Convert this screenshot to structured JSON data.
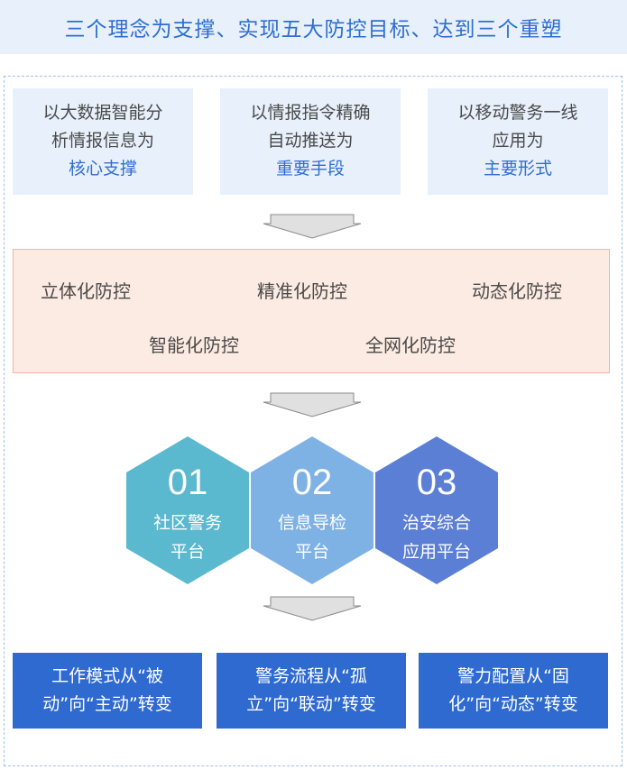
{
  "title": "三个理念为支撑、实现五大防控目标、达到三个重塑",
  "principles": [
    {
      "lines": [
        "以大数据智能分",
        "析情报信息为"
      ],
      "highlight": "核心支撑"
    },
    {
      "lines": [
        "以情报指令精确",
        "自动推送为"
      ],
      "highlight": "重要手段"
    },
    {
      "lines": [
        "以移动警务一线",
        "应用为"
      ],
      "highlight": "主要形式"
    }
  ],
  "goals": [
    "立体化防控",
    "精准化防控",
    "动态化防控",
    "智能化防控",
    "全网化防控"
  ],
  "platforms": [
    {
      "number": "01",
      "lines": [
        "社区警务",
        "平台"
      ],
      "color": "#5ab8cf"
    },
    {
      "number": "02",
      "lines": [
        "信息导检",
        "平台"
      ],
      "color": "#7fb2e4"
    },
    {
      "number": "03",
      "lines": [
        "治安综合",
        "应用平台"
      ],
      "color": "#5b7fd4"
    }
  ],
  "changes": [
    {
      "lines": [
        "工作模式从“被",
        "动”向“主动”转变"
      ]
    },
    {
      "lines": [
        "警务流程从“孤",
        "立”向“联动”转变"
      ]
    },
    {
      "lines": [
        "警力配置从“固",
        "化”向“动态”转变"
      ]
    }
  ],
  "colors": {
    "banner_bg": "#e8f0fb",
    "accent": "#2f6fd0",
    "goals_bg": "#fcebe2",
    "goals_border": "#f0b9a0",
    "change_bg": "#2e6ad0",
    "arrow_fill": "#e0e0e0",
    "arrow_stroke": "#8a8a8a"
  }
}
